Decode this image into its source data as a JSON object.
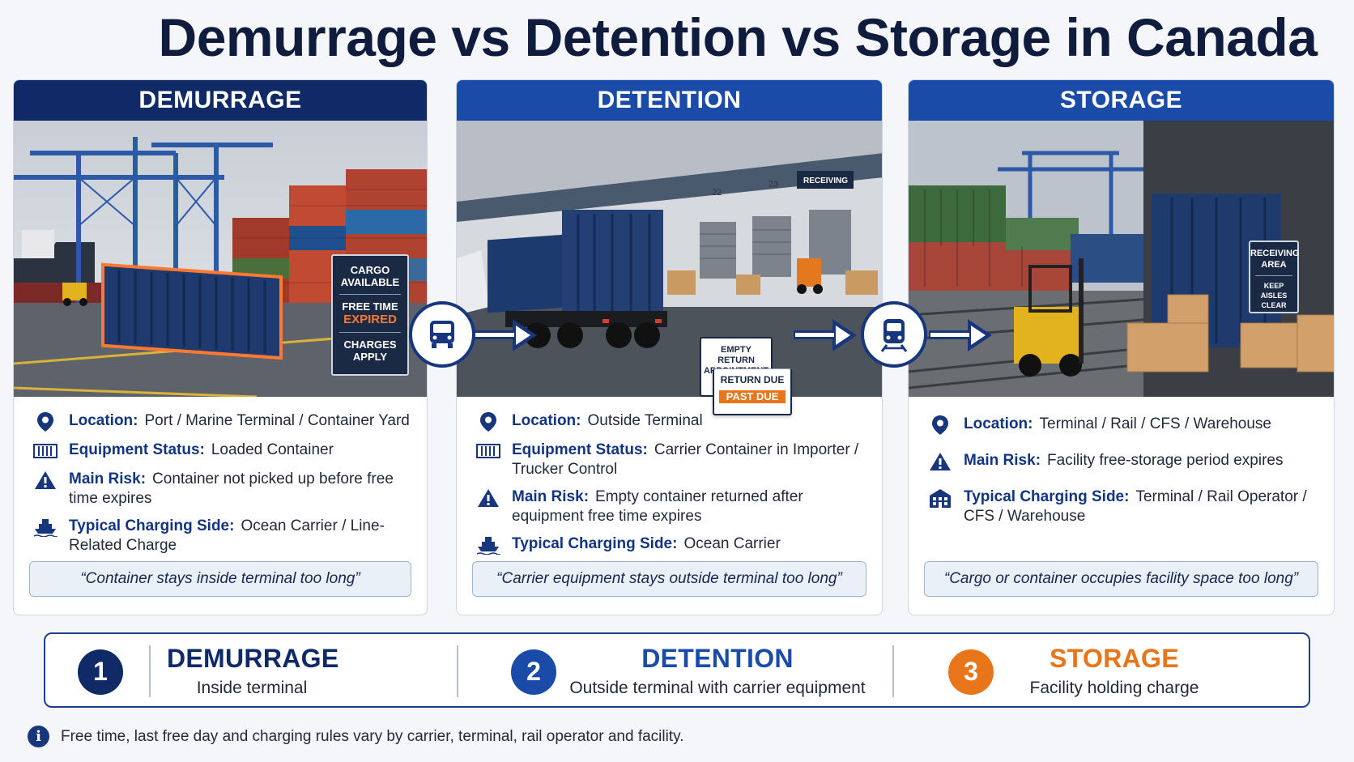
{
  "title": "Demurrage vs Detention vs Storage in Canada",
  "colors": {
    "navy": "#0f2a66",
    "blue": "#1a4ba8",
    "orange": "#e8751a",
    "accent_red": "#ff7a2f"
  },
  "cards": [
    {
      "header": "DEMURRAGE",
      "sign": {
        "line1": "CARGO",
        "line2": "AVAILABLE",
        "line3": "FREE TIME",
        "line4": "EXPIRED",
        "line5": "CHARGES",
        "line6": "APPLY"
      },
      "rows": [
        {
          "icon": "location-pin-icon",
          "label": "Location:",
          "value": "Port / Marine Terminal / Container Yard"
        },
        {
          "icon": "container-icon",
          "label": "Equipment Status:",
          "value": "Loaded Container"
        },
        {
          "icon": "warning-icon",
          "label": "Main Risk:",
          "value": "Container not picked up before free time expires"
        },
        {
          "icon": "ship-icon",
          "label": "Typical Charging Side:",
          "value": "Ocean Carrier / Line-Related Charge"
        }
      ],
      "quote": "“Container stays inside terminal too long”"
    },
    {
      "header": "DETENTION",
      "sign": {
        "line1": "EMPTY RETURN",
        "line2": "APPOINTMENT",
        "line3": "RETURN DUE",
        "line4": "PAST DUE"
      },
      "dock_numbers": [
        "22",
        "23"
      ],
      "dock_sign": "RECEIVING",
      "rows": [
        {
          "icon": "location-pin-icon",
          "label": "Location:",
          "value": "Outside Terminal"
        },
        {
          "icon": "container-icon",
          "label": "Equipment Status:",
          "value": "Carrier Container in Importer / Trucker Control"
        },
        {
          "icon": "warning-icon",
          "label": "Main Risk:",
          "value": "Empty container returned after equipment free time expires"
        },
        {
          "icon": "ship-icon",
          "label": "Typical Charging Side:",
          "value": "Ocean Carrier"
        }
      ],
      "quote": "“Carrier equipment stays outside terminal too long”"
    },
    {
      "header": "STORAGE",
      "sign": {
        "line1": "RECEIVING",
        "line2": "AREA",
        "line3": "KEEP AISLES",
        "line4": "CLEAR"
      },
      "rows": [
        {
          "icon": "location-pin-icon",
          "label": "Location:",
          "value": "Terminal / Rail / CFS / Warehouse"
        },
        {
          "icon": "warning-icon",
          "label": "Main Risk:",
          "value": "Facility free-storage period expires"
        },
        {
          "icon": "warehouse-icon",
          "label": "Typical Charging Side:",
          "value": "Terminal / Rail Operator / CFS / Warehouse"
        }
      ],
      "quote": "“Cargo or container occupies facility space too long”"
    }
  ],
  "summary": [
    {
      "number": "1",
      "title": "DEMURRAGE",
      "subtitle": "Inside terminal",
      "color": "#0f2a66"
    },
    {
      "number": "2",
      "title": "DETENTION",
      "subtitle": "Outside terminal with carrier equipment",
      "color": "#1a4ba8"
    },
    {
      "number": "3",
      "title": "STORAGE",
      "subtitle": "Facility holding charge",
      "color": "#e8751a"
    }
  ],
  "footnote": "Free time, last free day and charging rules vary by carrier, terminal, rail operator and facility."
}
